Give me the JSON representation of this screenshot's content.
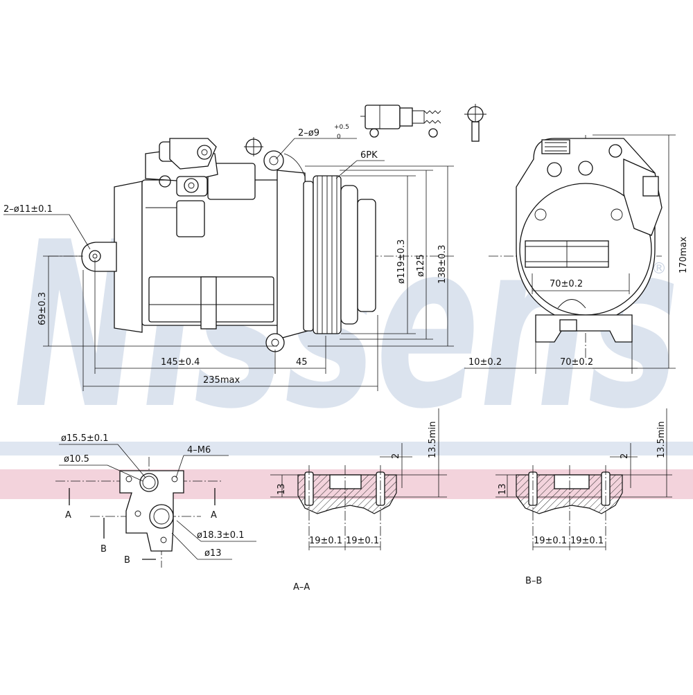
{
  "watermark": {
    "brand": "Nissens",
    "mark": "®"
  },
  "colors": {
    "blue_band": "#dfe6f1",
    "pink_band": "#f3d3dc",
    "watermark": "#dbe3ee",
    "line": "#111111"
  },
  "dims": {
    "mount_holes": "2–ø11±0.1",
    "outlet_holes": "2–ø9",
    "outlet_tol_upper": "+0.5",
    "outlet_tol_lower": "0",
    "pulley_belt": "6PK",
    "d119": "ø119±0.3",
    "d125": "ø125",
    "len138": "138±0.3",
    "h69": "69±0.3",
    "len145": "145±0.4",
    "len45": "45",
    "len235": "235max",
    "h170": "170max",
    "w70_top": "70±0.2",
    "off10": "10±0.2",
    "w70_bot": "70±0.2",
    "d15_5": "ø15.5±0.1",
    "d10_5": "ø10.5",
    "m6": "4–M6",
    "d18_3": "ø18.3±0.1",
    "d13": "ø13",
    "min13_5_a": "13.5min",
    "min13_5_b": "13.5min",
    "two_a": "2",
    "two_b": "2",
    "thirteen_a": "13",
    "thirteen_b": "13",
    "pitch_a1": "19±0.1",
    "pitch_a2": "19±0.1",
    "pitch_b1": "19±0.1",
    "pitch_b2": "19±0.1"
  },
  "sections": {
    "a_left": "A",
    "a_right": "A",
    "b_upper": "B",
    "b_lower": "B",
    "aa_title": "A–A",
    "bb_title": "B–B"
  }
}
